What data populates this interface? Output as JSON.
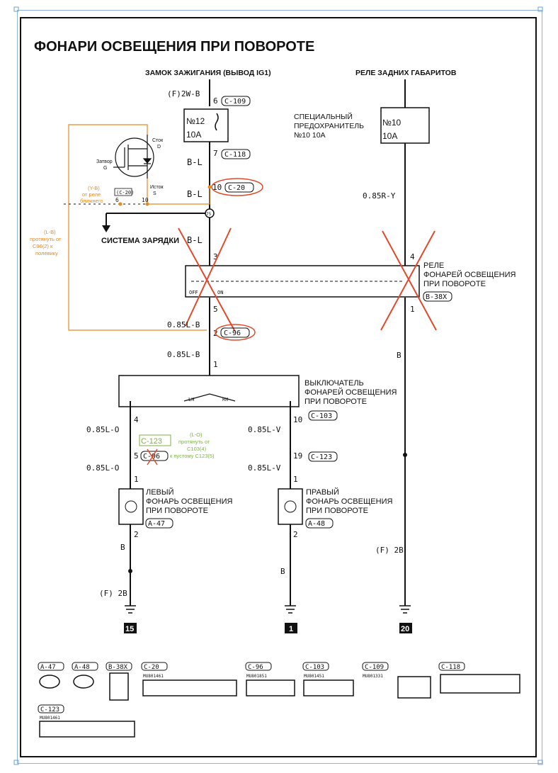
{
  "title": "ФОНАРИ ОСВЕЩЕНИЯ ПРИ ПОВОРОТЕ",
  "sources": {
    "ignition": "ЗАМОК ЗАЖИГАНИЯ (ВЫВОД IG1)",
    "rear_relay": "РЕЛЕ ЗАДНИХ ГАБАРИТОВ"
  },
  "wires": {
    "f2wb": "(F)2W-B",
    "bl1": "B-L",
    "bl2": "B-L",
    "bl3": "B-L",
    "r085": "0.85R-Y",
    "lb1": "0.85L-B",
    "lb2": "0.85L-B",
    "lo1": "0.85L-O",
    "lo2": "0.85L-O",
    "lv1": "0.85L-V",
    "lv2": "0.85L-V",
    "b_left": "B",
    "b_mid": "B",
    "b_right": "B",
    "f2b_left": "(F) 2B",
    "f2b_right": "(F) 2B"
  },
  "pins": {
    "p6": "6",
    "p7": "7",
    "p10": "10",
    "p3": "3",
    "p5": "5",
    "p2": "2",
    "p1": "1",
    "p4": "4",
    "p10b": "10",
    "p5b": "5",
    "p19": "19",
    "p1l": "1",
    "p2l": "2",
    "p1r": "1",
    "p2r": "2",
    "p4r": "4",
    "p1rr": "1",
    "m_gate_pin": "6",
    "m_src_pin": "10"
  },
  "connectors": {
    "c109": "C-109",
    "c118": "C-118",
    "c20": "C-20",
    "c96": "C-96",
    "c103": "C-103",
    "c123": "C-123",
    "a47": "A-47",
    "a48": "A-48",
    "b38x": "B-38X"
  },
  "fuses": {
    "f12_num": "№12",
    "f12_amp": "10A",
    "f10_num": "№10",
    "f10_amp": "10A",
    "special_label": "СПЕЦИАЛЬНЫЙ ПРЕДОХРАНИТЕЛЬ №10 10А"
  },
  "blocks": {
    "charging": "СИСТЕМА ЗАРЯДКИ",
    "relay": "РЕЛЕ ФОНАРЕЙ ОСВЕЩЕНИЯ ПРИ ПОВОРОТЕ",
    "relay_off": "OFF",
    "relay_on": "ON",
    "switch": "ВЫКЛЮЧАТЕЛЬ ФОНАРЕЙ ОСВЕЩЕНИЯ ПРИ ПОВОРОТЕ",
    "lh": "LH",
    "rh": "RH",
    "left_lamp": "ЛЕВЫЙ ФОНАРЬ ОСВЕЩЕНИЯ ПРИ ПОВОРОТЕ",
    "right_lamp": "ПРАВЫЙ ФОНАРЬ ОСВЕЩЕНИЯ ПРИ ПОВОРОТЕ",
    "splice": "75"
  },
  "grounds": {
    "g15": "15",
    "g1": "1",
    "g20": "20"
  },
  "mosfet": {
    "drain": "Сток D",
    "gate": "Затвор G",
    "source": "Исток S"
  },
  "annotations": {
    "yb_note": "(Y-B) от реле ближнего",
    "c20_note": "(C-20)",
    "lb_note": "(L-B) протянуть от C96(2) к полевику",
    "c123_note": "C-123",
    "lo_note": "(L-O) протянуть от C103(4) к пустому C123(5)"
  },
  "legend": {
    "a47": "A-47",
    "a48": "A-48",
    "b38x": "B-38X",
    "c20": "C-20",
    "c96": "C-96",
    "c103": "C-103",
    "c109": "C-109",
    "c118": "C-118",
    "c123": "C-123",
    "mu_c20": "MU801461",
    "mu_c96": "MU801851",
    "mu_c103": "MU801451",
    "mu_c109": "MU801331",
    "mu_c123": "MU801461"
  },
  "colors": {
    "annotation_orange": "#e8891f",
    "cross_red": "#e04a2a",
    "annotation_green": "#7cb342"
  }
}
